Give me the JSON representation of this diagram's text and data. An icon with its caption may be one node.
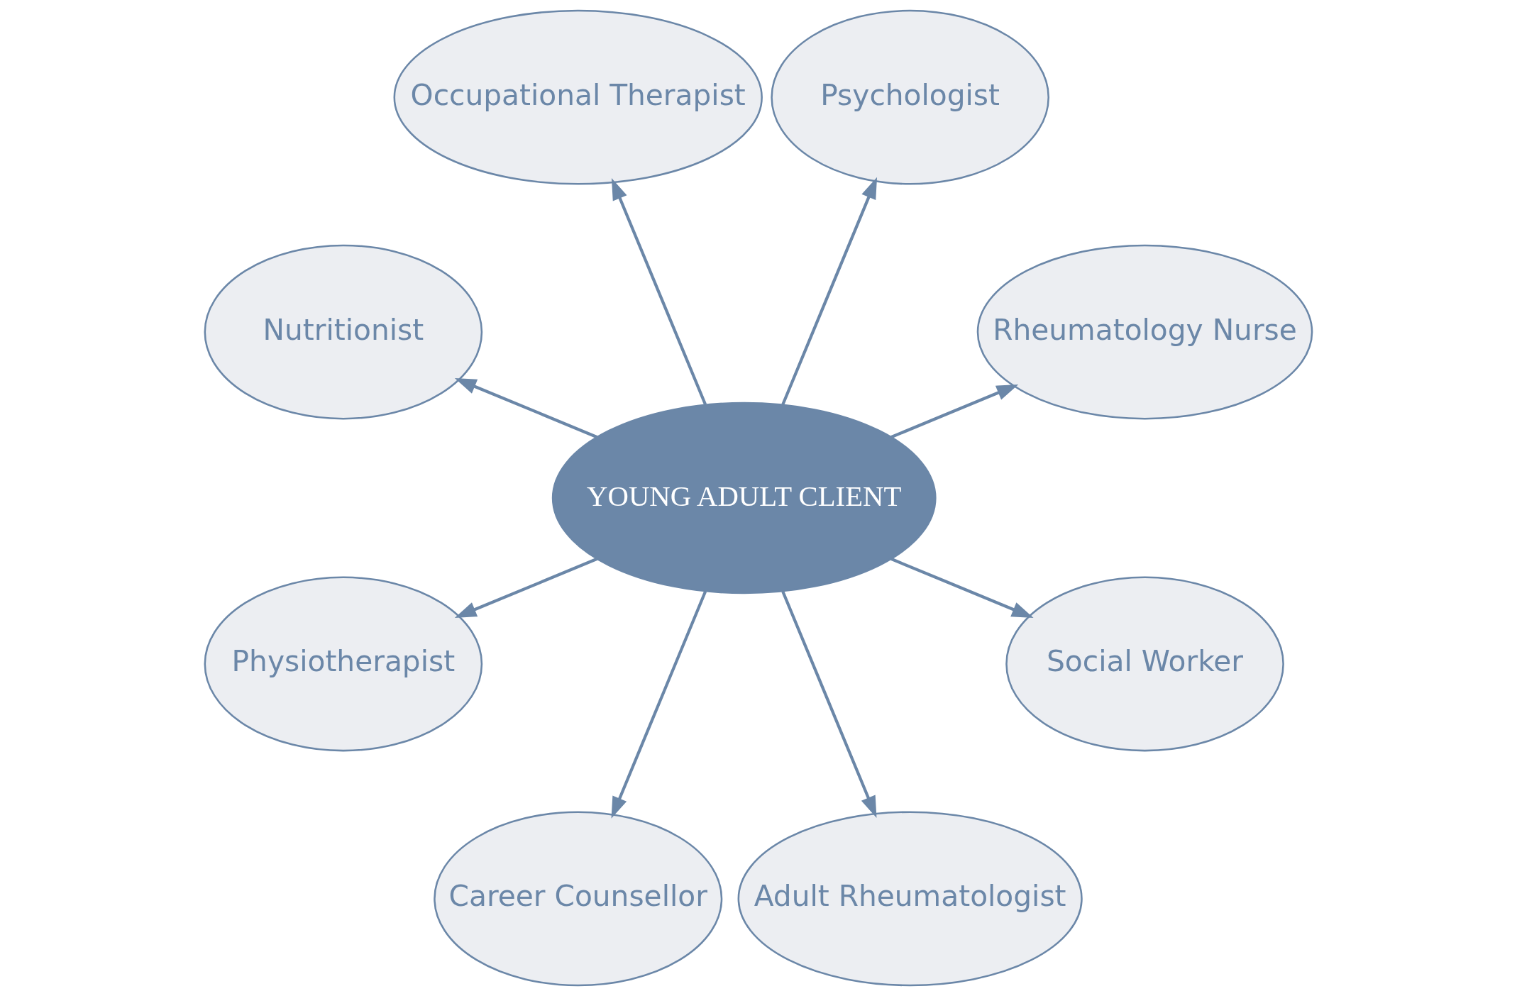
{
  "diagram": {
    "nodes": [
      {
        "text": [
          "YOUNG ADULT CLIENT"
        ]
      },
      {
        "text": [
          "Rheumatology Nurse"
        ]
      },
      {
        "text": [
          "Psychologist"
        ]
      },
      {
        "text": [
          "Occupational Therapist"
        ]
      },
      {
        "text": [
          "Nutritionist"
        ]
      },
      {
        "text": [
          "Physiotherapist"
        ]
      },
      {
        "text": [
          "Career Counsellor"
        ]
      },
      {
        "text": [
          "Adult Rheumatologist"
        ]
      },
      {
        "text": [
          "Social Worker"
        ]
      }
    ],
    "edges": [
      {
        "from": 0,
        "to": 1,
        "arrow": "to"
      },
      {
        "from": 0,
        "to": 3,
        "arrow": "to"
      },
      {
        "from": 0,
        "to": 5,
        "arrow": "to"
      },
      {
        "from": 0,
        "to": 7,
        "arrow": "to"
      },
      {
        "from": 0,
        "to": 8,
        "arrow": "to"
      },
      {
        "from": 0,
        "to": 6,
        "arrow": "to"
      },
      {
        "from": 0,
        "to": 4,
        "arrow": "to"
      },
      {
        "from": 0,
        "to": 2,
        "arrow": "to"
      }
    ]
  }
}
